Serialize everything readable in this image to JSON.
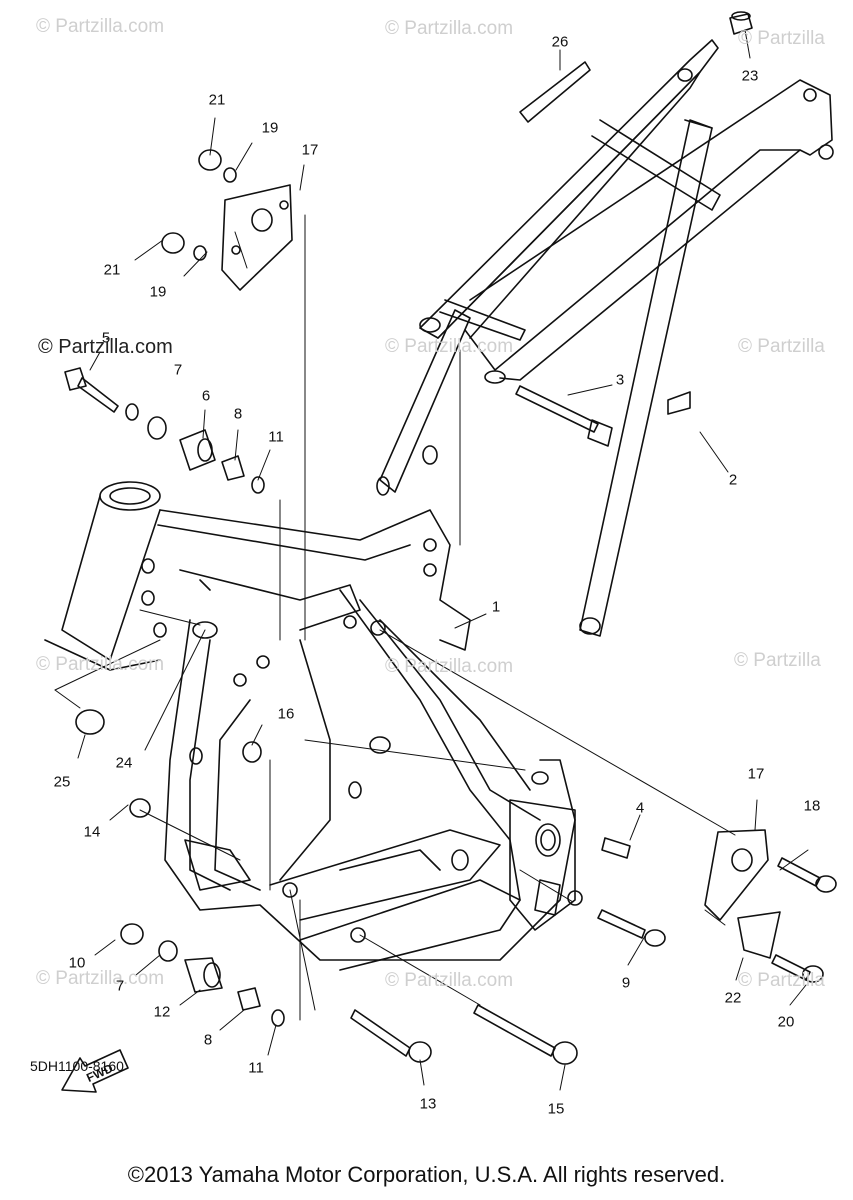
{
  "watermark": "© Partzilla.com",
  "watermark_partial": "© Partzilla",
  "diagram_code": "5DH1100-8160",
  "copyright": "©2013 Yamaha Motor Corporation, U.S.A. All rights reserved.",
  "fwd_label": "FWD",
  "callouts": [
    {
      "id": "c1",
      "text": "1"
    },
    {
      "id": "c2",
      "text": "2"
    },
    {
      "id": "c3",
      "text": "3"
    },
    {
      "id": "c4",
      "text": "4"
    },
    {
      "id": "c5",
      "text": "5"
    },
    {
      "id": "c6",
      "text": "6"
    },
    {
      "id": "c7a",
      "text": "7"
    },
    {
      "id": "c7b",
      "text": "7"
    },
    {
      "id": "c8a",
      "text": "8"
    },
    {
      "id": "c8b",
      "text": "8"
    },
    {
      "id": "c9",
      "text": "9"
    },
    {
      "id": "c10",
      "text": "10"
    },
    {
      "id": "c11a",
      "text": "11"
    },
    {
      "id": "c11b",
      "text": "11"
    },
    {
      "id": "c12",
      "text": "12"
    },
    {
      "id": "c13",
      "text": "13"
    },
    {
      "id": "c14",
      "text": "14"
    },
    {
      "id": "c15",
      "text": "15"
    },
    {
      "id": "c16",
      "text": "16"
    },
    {
      "id": "c17a",
      "text": "17"
    },
    {
      "id": "c17b",
      "text": "17"
    },
    {
      "id": "c18",
      "text": "18"
    },
    {
      "id": "c19a",
      "text": "19"
    },
    {
      "id": "c19b",
      "text": "19"
    },
    {
      "id": "c20",
      "text": "20"
    },
    {
      "id": "c21a",
      "text": "21"
    },
    {
      "id": "c21b",
      "text": "21"
    },
    {
      "id": "c22",
      "text": "22"
    },
    {
      "id": "c23",
      "text": "23"
    },
    {
      "id": "c24",
      "text": "24"
    },
    {
      "id": "c25",
      "text": "25"
    },
    {
      "id": "c26",
      "text": "26"
    }
  ]
}
